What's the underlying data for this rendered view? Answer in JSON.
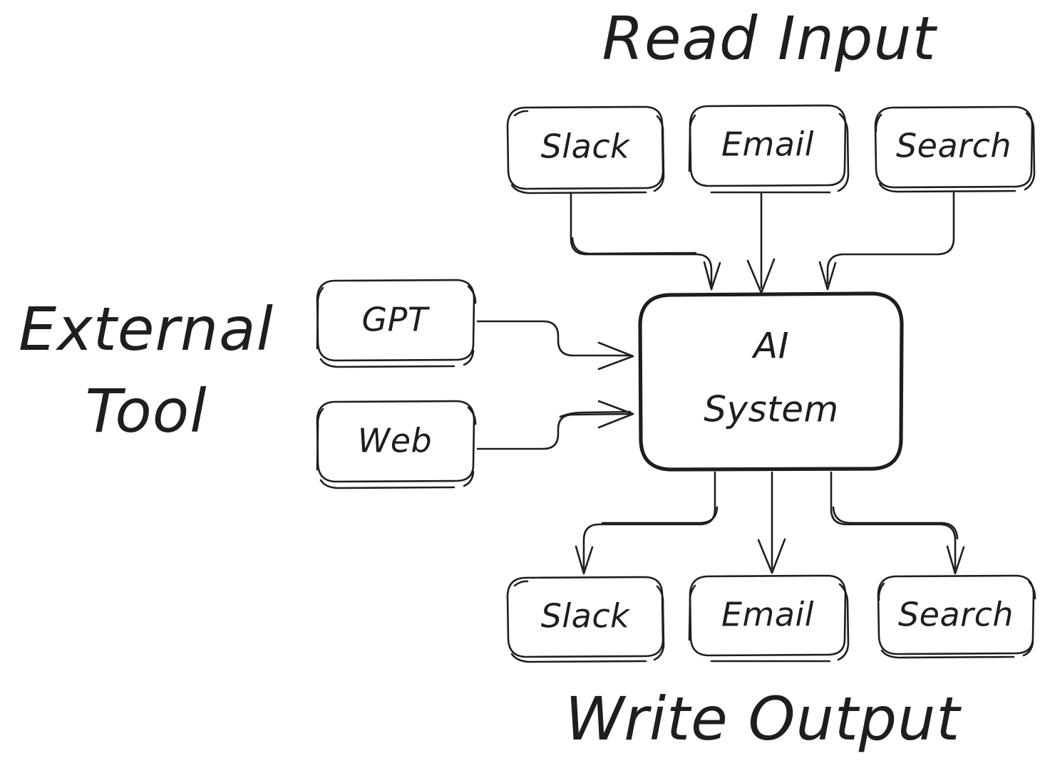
{
  "diagram": {
    "title_read": "Read Input",
    "title_write": "Write Output",
    "title_external_line1": "External",
    "title_external_line2": "Tool",
    "center_label_line1": "AI",
    "center_label_line2": "System",
    "stroke_color": "#1e1e1e",
    "background_color": "#ffffff",
    "inputs": [
      {
        "label": "Slack"
      },
      {
        "label": "Email"
      },
      {
        "label": "Search"
      }
    ],
    "tools": [
      {
        "label": "GPT"
      },
      {
        "label": "Web"
      }
    ],
    "outputs": [
      {
        "label": "Slack"
      },
      {
        "label": "Email"
      },
      {
        "label": "Search"
      }
    ],
    "edges": [
      {
        "from": "Slack",
        "to": "AI System",
        "direction": "down"
      },
      {
        "from": "Email",
        "to": "AI System",
        "direction": "down"
      },
      {
        "from": "Search",
        "to": "AI System",
        "direction": "down"
      },
      {
        "from": "GPT",
        "to": "AI System",
        "direction": "right"
      },
      {
        "from": "Web",
        "to": "AI System",
        "direction": "right"
      },
      {
        "from": "AI System",
        "to": "Slack",
        "direction": "down"
      },
      {
        "from": "AI System",
        "to": "Email",
        "direction": "down"
      },
      {
        "from": "AI System",
        "to": "Search",
        "direction": "down"
      }
    ]
  }
}
